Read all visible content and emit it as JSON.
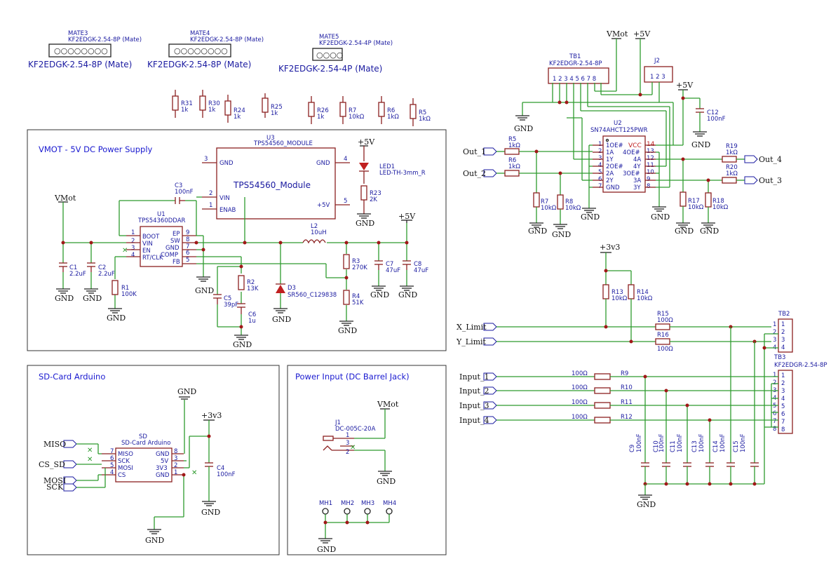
{
  "sections": {
    "vmot": "VMOT - 5V DC Power Supply",
    "sd": "SD-Card Arduino",
    "power": "Power Input (DC Barrel Jack)"
  },
  "mates": [
    {
      "ref": "MATE3",
      "part": "KF2EDGK-2.54-8P (Mate)",
      "label": "KF2EDGK-2.54-8P (Mate)"
    },
    {
      "ref": "MATE4",
      "part": "KF2EDGK-2.54-8P (Mate)",
      "label": "KF2EDGK-2.54-8P (Mate)"
    },
    {
      "ref": "MATE5",
      "part": "KF2EDGK-2.54-4P (Mate)",
      "label": "KF2EDGK-2.54-4P (Mate)"
    }
  ],
  "loose_resistors": [
    {
      "ref": "R31",
      "val": "1k"
    },
    {
      "ref": "R30",
      "val": "1k"
    },
    {
      "ref": "R24",
      "val": "1k"
    },
    {
      "ref": "R25",
      "val": "1k"
    },
    {
      "ref": "R26",
      "val": "1k"
    },
    {
      "ref": "R7",
      "val": "10kΩ"
    },
    {
      "ref": "R6",
      "val": "1kΩ"
    },
    {
      "ref": "R5",
      "val": "1kΩ"
    }
  ],
  "net": {
    "gnd": "GND",
    "vmot": "VMot",
    "p5v": "+5V",
    "p3v3": "+3v3"
  },
  "u3": {
    "ref": "U3",
    "part": "TPS54560_MODULE",
    "name": "TPS54560_Module",
    "p_gnd": "GND",
    "p_vin": "VIN",
    "p_enab": "ENAB",
    "p_gnd2": "GND",
    "p_5v": "+5V",
    "n3": "3",
    "n2": "2",
    "n1": "1",
    "n4": "4",
    "n5": "5"
  },
  "u1": {
    "ref": "U1",
    "part": "TPS54360DDAR",
    "pins_l": [
      "BOOT",
      "VIN",
      "EN",
      "RT/CLK"
    ],
    "nums_l": [
      "1",
      "2",
      "3",
      "4"
    ],
    "pins_r": [
      "EP",
      "SW",
      "GND",
      "COMP",
      "FB"
    ],
    "nums_r": [
      "9",
      "8",
      "7",
      "6",
      "5"
    ]
  },
  "led1": {
    "ref": "LED1",
    "part": "LED-TH-3mm_R"
  },
  "r23": {
    "ref": "R23",
    "val": "2K"
  },
  "c3": {
    "ref": "C3",
    "val": "100nF"
  },
  "c1": {
    "ref": "C1",
    "val": "2.2uF"
  },
  "c2": {
    "ref": "C2",
    "val": "2.2uF"
  },
  "r1": {
    "ref": "R1",
    "val": "100K"
  },
  "r2": {
    "ref": "R2",
    "val": "13K"
  },
  "c5": {
    "ref": "C5",
    "val": "39pF"
  },
  "c6": {
    "ref": "C6",
    "val": "1u"
  },
  "d3": {
    "ref": "D3",
    "part": "SR560_C129838"
  },
  "l2": {
    "ref": "L2",
    "val": "10uH"
  },
  "r3": {
    "ref": "R3",
    "val": "270K"
  },
  "r4": {
    "ref": "R4",
    "val": "51K"
  },
  "c7": {
    "ref": "C7",
    "val": "47uF"
  },
  "c8": {
    "ref": "C8",
    "val": "47uF"
  },
  "tb1": {
    "ref": "TB1",
    "part": "KF2EDGR-2.54-8P"
  },
  "j2": {
    "ref": "J2"
  },
  "c12": {
    "ref": "C12",
    "val": "100nF"
  },
  "u2": {
    "ref": "U2",
    "part": "SN74AHCT125PWR",
    "pins_l": [
      "1OE#",
      "1A",
      "1Y",
      "2OE#",
      "2A",
      "2Y",
      "GND"
    ],
    "nums_l": [
      "1",
      "2",
      "3",
      "4",
      "5",
      "6",
      "7"
    ],
    "pins_r": [
      "VCC",
      "4OE#",
      "4A",
      "4Y",
      "3OE#",
      "3A",
      "3Y"
    ],
    "nums_r": [
      "14",
      "13",
      "12",
      "11",
      "10",
      "9",
      "8"
    ]
  },
  "u2_res": [
    {
      "ref": "R5",
      "val": "1kΩ"
    },
    {
      "ref": "R6",
      "val": "1kΩ"
    },
    {
      "ref": "R7",
      "val": "10kΩ"
    },
    {
      "ref": "R8",
      "val": "10kΩ"
    },
    {
      "ref": "R19",
      "val": "1kΩ"
    },
    {
      "ref": "R20",
      "val": "1kΩ"
    },
    {
      "ref": "R17",
      "val": "10kΩ"
    },
    {
      "ref": "R18",
      "val": "10kΩ"
    }
  ],
  "ports": {
    "out1": "Out_1",
    "out2": "Out_2",
    "out3": "Out_3",
    "out4": "Out_4",
    "xlim": "X_Limit",
    "ylim": "Y_Limit",
    "in1": "Input_1",
    "in2": "Input_2",
    "in3": "Input_3",
    "in4": "Input_4",
    "miso": "MISO",
    "cs": "CS_SD",
    "mosi": "MOSI",
    "sck": "SCK"
  },
  "r13": {
    "ref": "R13",
    "val": "10kΩ"
  },
  "r14": {
    "ref": "R14",
    "val": "10kΩ"
  },
  "r15": {
    "ref": "R15",
    "val": "100Ω"
  },
  "r16": {
    "ref": "R16",
    "val": "100Ω"
  },
  "tb2": {
    "ref": "TB2"
  },
  "tb3": {
    "ref": "TB3",
    "part": "KF2EDGR-2.54-8P"
  },
  "in_res": [
    {
      "ref": "R9",
      "val": "100Ω"
    },
    {
      "ref": "R10",
      "val": "100Ω"
    },
    {
      "ref": "R11",
      "val": "100Ω"
    },
    {
      "ref": "R12",
      "val": "100Ω"
    }
  ],
  "in_caps": [
    {
      "ref": "C9",
      "val": "100nF"
    },
    {
      "ref": "C10",
      "val": "100nF"
    },
    {
      "ref": "C11",
      "val": "100nF"
    },
    {
      "ref": "C13",
      "val": "100nF"
    },
    {
      "ref": "C14",
      "val": "100nF"
    },
    {
      "ref": "C15",
      "val": "100nF"
    }
  ],
  "sd": {
    "ref": "SD",
    "part": "SD-Card Arduino",
    "pins_l": [
      "MISO",
      "SCK",
      "MOSI",
      "CS"
    ],
    "nums_l": [
      "7",
      "6",
      "5",
      "4"
    ],
    "pins_r": [
      "GND",
      "5V",
      "3V3",
      "GND"
    ],
    "nums_r": [
      "8",
      "3",
      "2",
      "1"
    ]
  },
  "c4": {
    "ref": "C4",
    "val": "100nF"
  },
  "j1": {
    "ref": "J1",
    "part": "DC-005C-20A",
    "n1": "1",
    "n3": "3",
    "n2": "2"
  },
  "mh": [
    "MH1",
    "MH2",
    "MH3",
    "MH4"
  ]
}
